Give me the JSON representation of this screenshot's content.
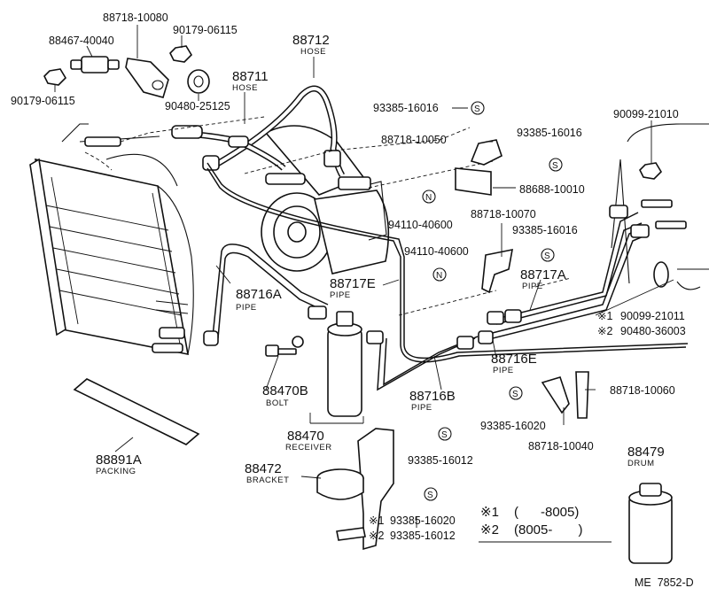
{
  "labels": {
    "p_88718_10080": "88718-10080",
    "p_88467_40040": "88467-40040",
    "p_90179_06115_top": "90179-06115",
    "p_88712": "88712",
    "p_88712_sub": "HOSE",
    "p_88711": "88711",
    "p_88711_sub": "HOSE",
    "p_90179_06115_left": "90179-06115",
    "p_90480_25125": "90480-25125",
    "p_93385_16016_a": "93385-16016",
    "p_93385_16016_b": "93385-16016",
    "p_90099_21010": "90099-21010",
    "p_88718_10050": "88718-10050",
    "p_88688_10010": "88688-10010",
    "p_94110_40600_a": "94110-40600",
    "p_88718_10070": "88718-10070",
    "p_94110_40600_b": "94110-40600",
    "p_93385_16016_c": "93385-16016",
    "p_88716A": "88716A",
    "p_88716A_sub": "PIPE",
    "p_88717E": "88717E",
    "p_88717E_sub": "PIPE",
    "p_88717A": "88717A",
    "p_88717A_sub": "PIPE",
    "p_90099_21011_mark": "※1",
    "p_90099_21011": "90099-21011",
    "p_90480_36003_mark": "※2",
    "p_90480_36003": "90480-36003",
    "p_88716E": "88716E",
    "p_88716E_sub": "PIPE",
    "p_88470B": "88470B",
    "p_88470B_sub": "BOLT",
    "p_88716B": "88716B",
    "p_88716B_sub": "PIPE",
    "p_93385_16020_a": "93385-16020",
    "p_88718_10060": "88718-10060",
    "p_88470": "88470",
    "p_88470_sub": "RECEIVER",
    "p_88718_10040": "88718-10040",
    "p_88479": "88479",
    "p_88479_sub": "DRUM",
    "p_88891A": "88891A",
    "p_88891A_sub": "PACKING",
    "p_93385_16012_a": "93385-16012",
    "p_88472": "88472",
    "p_88472_sub": "BRACKET",
    "p_93385_16020_b_mark": "※1",
    "p_93385_16020_b": "93385-16020",
    "p_93385_16012_b_mark": "※2",
    "p_93385_16012_b": "93385-16012",
    "note1_mark": "※1",
    "note1_text": "(      -8005)",
    "note2_mark": "※2",
    "note2_text": "(8005-       )",
    "footer_code": "ME  7852-D"
  },
  "circle_marks": {
    "s": "S",
    "n": "N"
  }
}
